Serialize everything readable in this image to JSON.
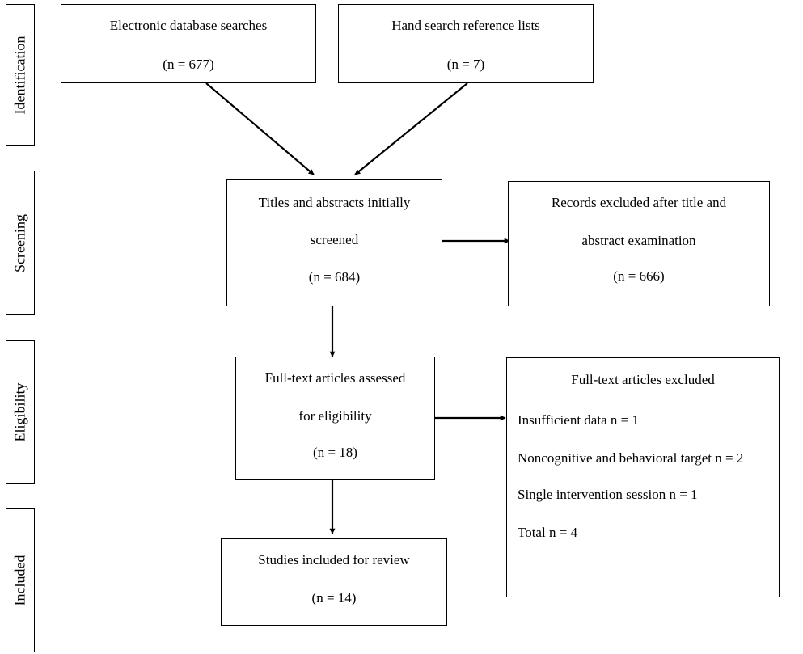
{
  "stages": {
    "identification": "Identification",
    "screening": "Screening",
    "eligibility": "Eligibility",
    "included": "Included"
  },
  "boxes": {
    "database": {
      "title": "Electronic database searches",
      "count": "(n = 677)"
    },
    "hand_search": {
      "title": "Hand search reference lists",
      "count": "(n = 7)"
    },
    "screened": {
      "line1": "Titles and abstracts initially",
      "line2": "screened",
      "count": "(n = 684)"
    },
    "excluded_records": {
      "line1": "Records excluded after title and",
      "line2": "abstract examination",
      "count": "(n = 666)"
    },
    "full_text": {
      "line1": "Full-text articles assessed",
      "line2": "for eligibility",
      "count": "(n =  18)"
    },
    "full_text_excluded": {
      "title": "Full-text articles excluded",
      "items": [
        "Insufficient data n = 1",
        "Noncognitive and behavioral target n = 2",
        "Single intervention session n = 1",
        "Total n = 4"
      ]
    },
    "included": {
      "title": "Studies included for review",
      "count": "(n = 14)"
    }
  }
}
